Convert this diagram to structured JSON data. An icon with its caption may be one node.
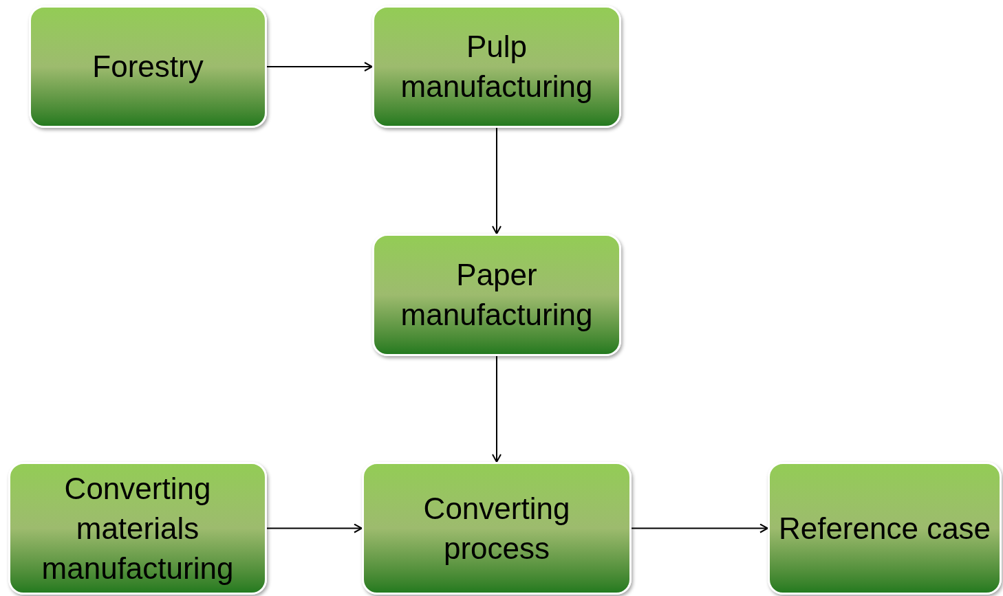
{
  "diagram": {
    "nodes": [
      {
        "text": [
          "Forestry"
        ]
      },
      {
        "text": [
          "Pulp manufacturing"
        ]
      },
      {
        "text": [
          "Paper manufacturing"
        ]
      },
      {
        "text": [
          "Converting materials manufacturing"
        ]
      },
      {
        "text": [
          "Converting process"
        ]
      },
      {
        "text": [
          "Reference case"
        ]
      }
    ],
    "edges": [
      {
        "from": 0,
        "to": 1,
        "arrow": "to"
      },
      {
        "from": 1,
        "to": 2,
        "arrow": "to"
      },
      {
        "from": 2,
        "to": 4,
        "arrow": "to"
      },
      {
        "from": 3,
        "to": 4,
        "arrow": "to"
      },
      {
        "from": 4,
        "to": 5,
        "arrow": "to"
      }
    ]
  }
}
